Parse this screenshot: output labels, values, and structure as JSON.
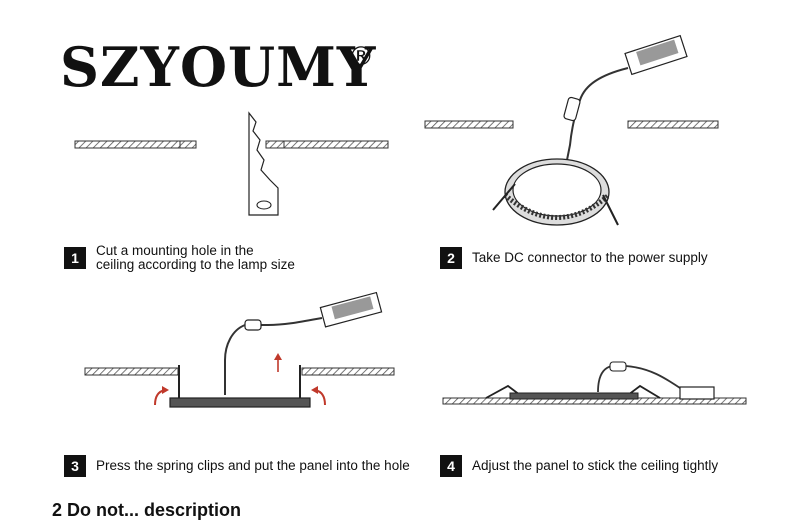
{
  "brand": {
    "name": "SZYOUMY",
    "mark": "®"
  },
  "steps": [
    {
      "number": "1",
      "line1": "Cut a mounting hole in the",
      "line2": "ceiling according to the lamp size"
    },
    {
      "number": "2",
      "text": "Take DC connector to the power supply"
    },
    {
      "number": "3",
      "text": "Press the spring clips and put the panel into the hole"
    },
    {
      "number": "4",
      "text": "Adjust the panel to stick the ceiling tightly"
    }
  ],
  "footer": {
    "text": "2 Do not...  description"
  },
  "icons": [
    "saw-icon",
    "driver-box-icon",
    "round-panel-icon",
    "arrow-up-icon",
    "curved-arrow-icon"
  ],
  "colors": {
    "ink": "#111111",
    "paper": "#ffffff",
    "hatch": "#555555"
  }
}
